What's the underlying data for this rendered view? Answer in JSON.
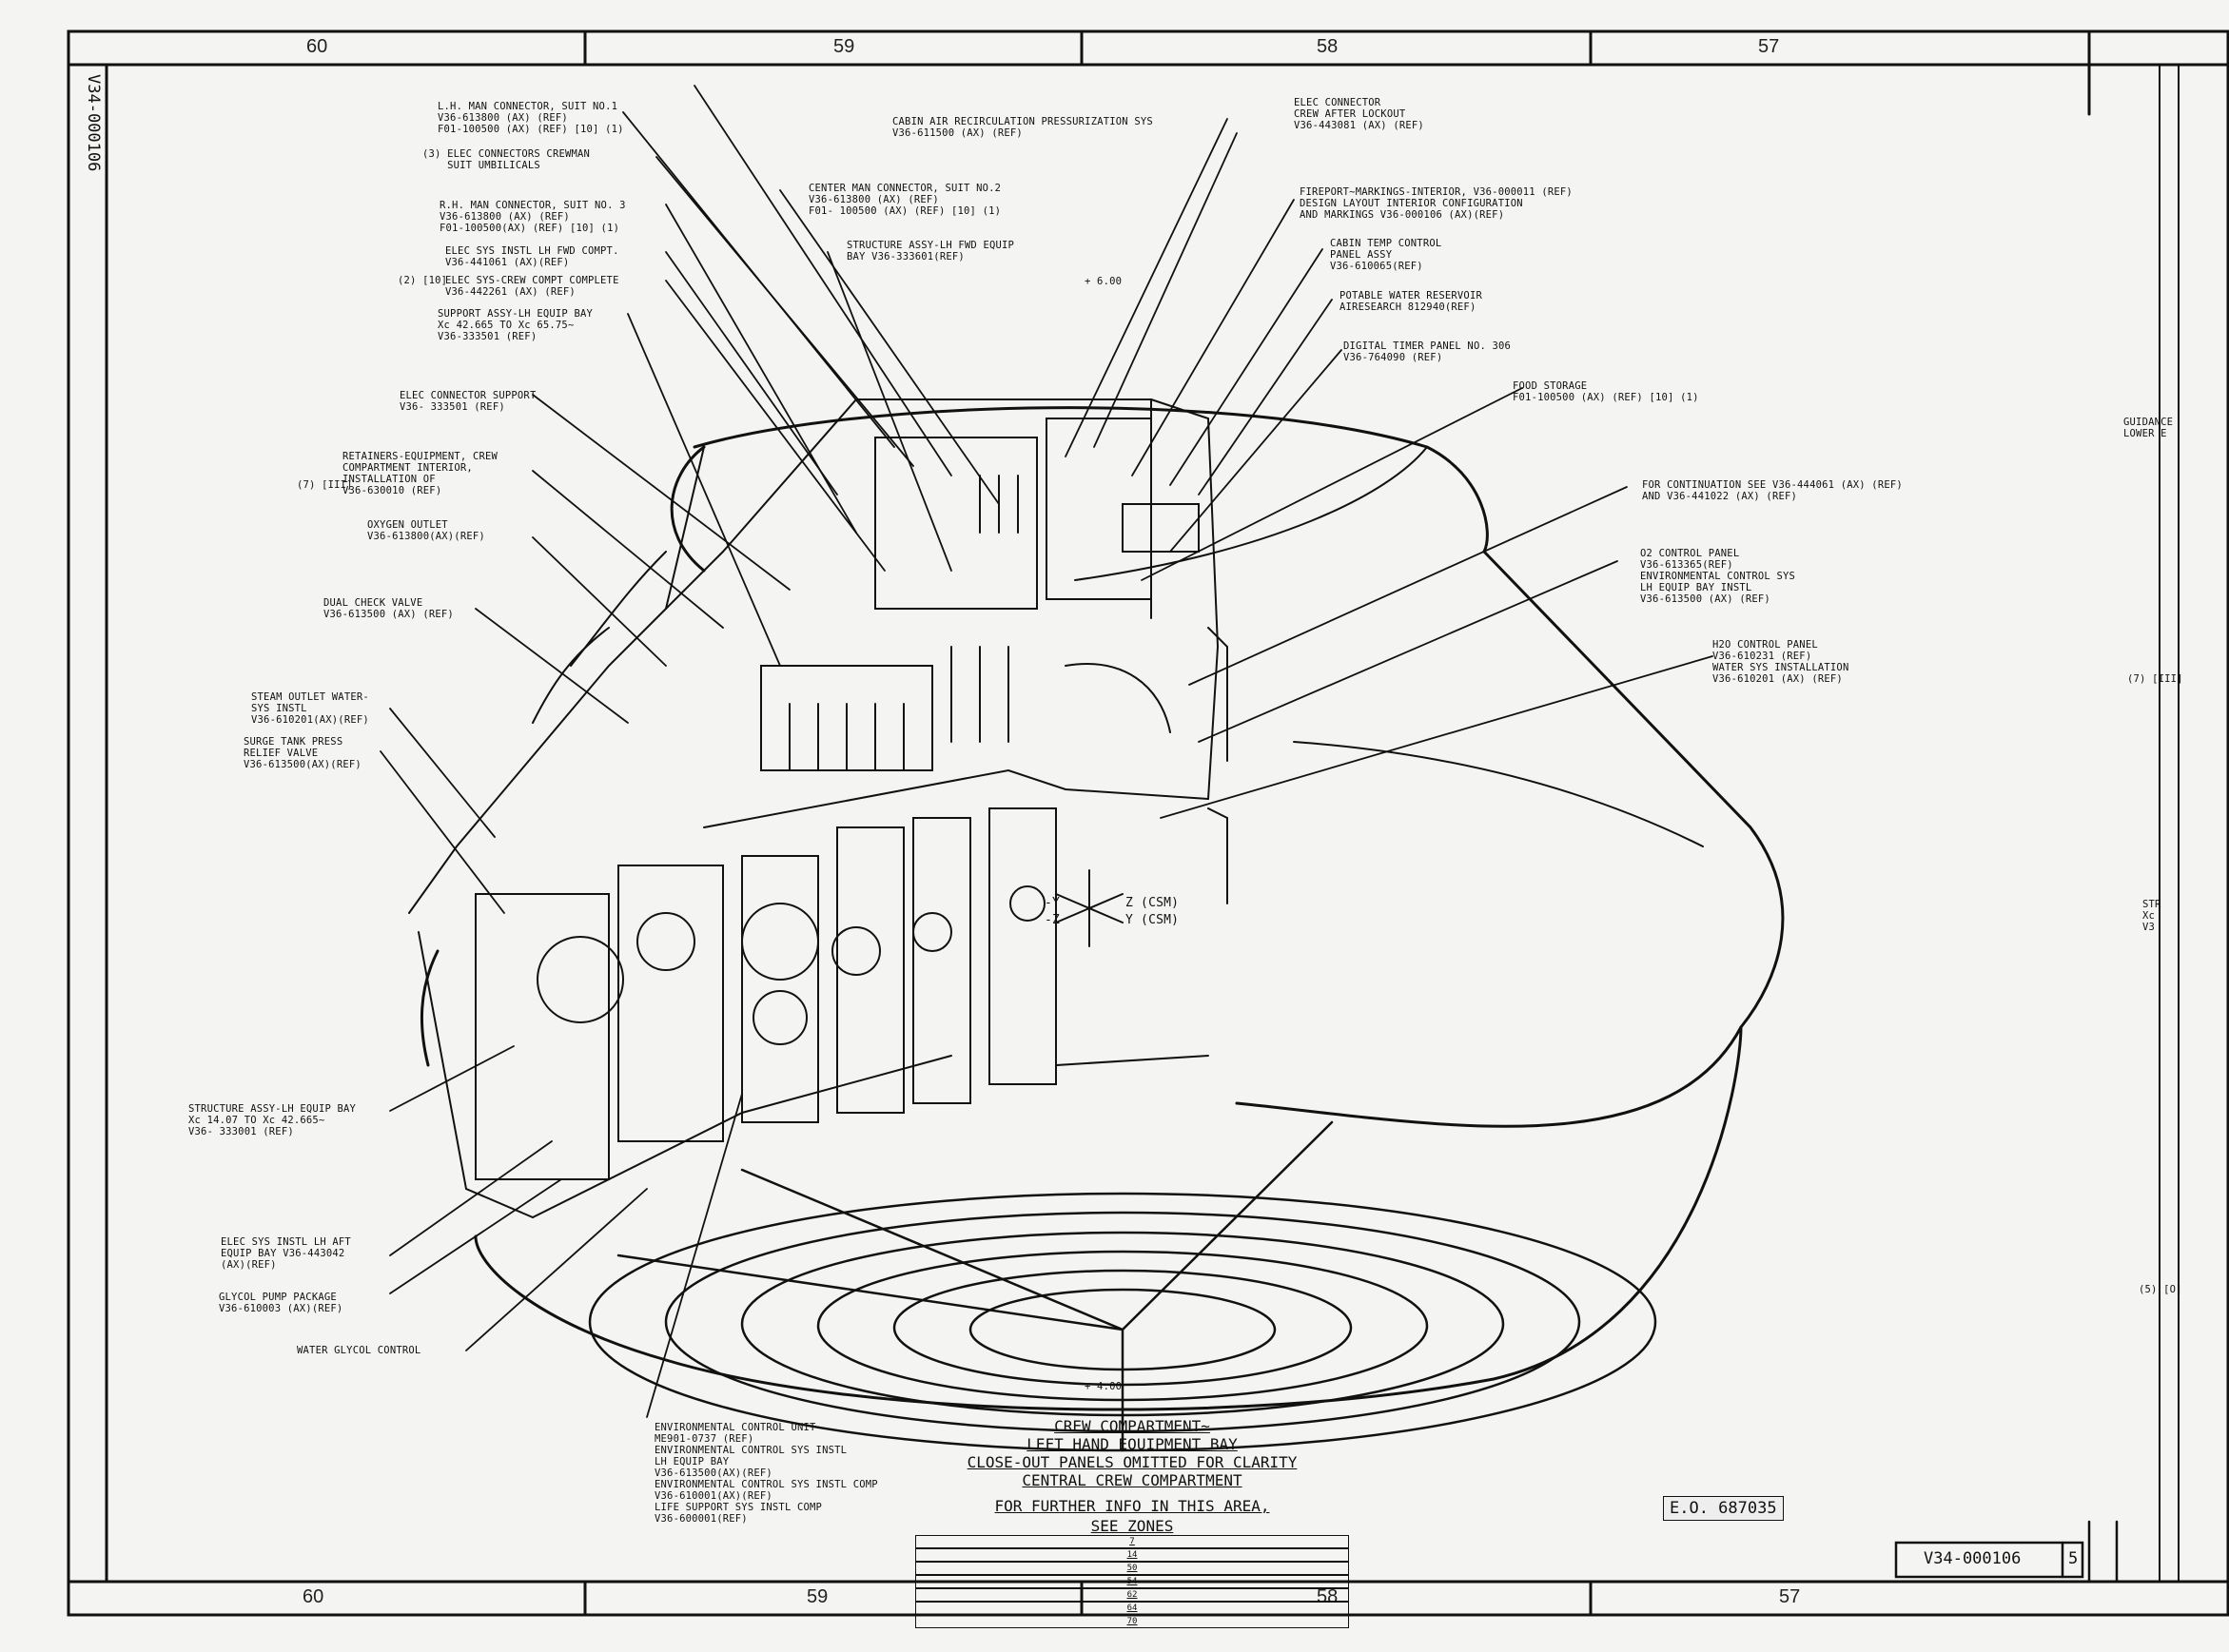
{
  "zones_top": [
    "60",
    "59",
    "58",
    "57"
  ],
  "zones_bottom": [
    "60",
    "59",
    "58",
    "57"
  ],
  "side_code": "V34-000106",
  "drawing_number": "V34-000106",
  "sheet_revision": "5",
  "eo_stamp": "E.O. 687035",
  "title": {
    "line1": "CREW COMPARTMENT~",
    "line2": "LEFT HAND EQUIPMENT BAY",
    "line3": "CLOSE-OUT PANELS OMITTED FOR CLARITY",
    "line4": "CENTRAL CREW COMPARTMENT",
    "line5": "FOR FURTHER INFO IN THIS AREA,",
    "see_zones": "SEE ZONES",
    "zone_refs": [
      "7",
      "14",
      "50",
      "54",
      "62",
      "64",
      "70"
    ]
  },
  "axes": {
    "minus_y": "-Y",
    "minus_z": "-Z",
    "z_csm": "Z (CSM)",
    "y_csm": "Y (CSM)"
  },
  "labels": {
    "lh_man_connector": "L.H. MAN CONNECTOR, SUIT NO.1\nV36-613800 (AX) (REF)\nF01-100500 (AX) (REF) [10] (1)",
    "elec_connectors_crewman": "(3) ELEC CONNECTORS CREWMAN\n    SUIT UMBILICALS",
    "rh_man_connector": "R.H. MAN CONNECTOR, SUIT NO. 3\nV36-613800 (AX) (REF)\nF01-100500(AX) (REF) [10] (1)",
    "elec_sys_lh_fwd": "ELEC SYS INSTL LH FWD COMPT.\nV36-441061 (AX)(REF)",
    "elec_sys_crew": "ELEC SYS-CREW COMPT COMPLETE\nV36-442261 (AX) (REF)",
    "support_assy": "SUPPORT ASSY-LH EQUIP BAY\nXc 42.665 TO Xc 65.75~\nV36-333501 (REF)",
    "elec_connector_support": "ELEC CONNECTOR SUPPORT\nV36- 333501 (REF)",
    "retainers": "RETAINERS-EQUIPMENT, CREW\nCOMPARTMENT INTERIOR,\nINSTALLATION OF\nV36-630010 (REF)",
    "oxygen_outlet": "OXYGEN OUTLET\nV36-613800(AX)(REF)",
    "dual_check_valve": "DUAL CHECK VALVE\nV36-613500 (AX) (REF)",
    "steam_outlet": "STEAM OUTLET WATER-\nSYS INSTL\nV36-610201(AX)(REF)",
    "surge_tank": "SURGE TANK PRESS\nRELIEF VALVE\nV36-613500(AX)(REF)",
    "structure_lh_aft": "STRUCTURE ASSY-LH EQUIP BAY\nXc 14.07 TO Xc 42.665~\nV36- 333001 (REF)",
    "elec_sys_lh_aft": "ELEC SYS INSTL LH AFT\nEQUIP BAY V36-443042\n(AX)(REF)",
    "glycol_pump": "GLYCOL PUMP PACKAGE\nV36-610003 (AX)(REF)",
    "water_glycol": "WATER GLYCOL CONTROL",
    "environmental_control_unit": "ENVIRONMENTAL CONTROL UNIT\nME901-0737 (REF)\nENVIRONMENTAL CONTROL SYS INSTL\nLH EQUIP BAY\nV36-613500(AX)(REF)\nENVIRONMENTAL CONTROL SYS INSTL COMP\nV36-610001(AX)(REF)\nLIFE SUPPORT SYS INSTL COMP\nV36-600001(REF)",
    "cabin_air": "CABIN AIR RECIRCULATION PRESSURIZATION SYS\nV36-611500 (AX) (REF)",
    "center_man_connector": "CENTER MAN CONNECTOR, SUIT NO.2\nV36-613800 (AX) (REF)\nF01- 100500 (AX) (REF) [10] (1)",
    "structure_lh_fwd": "STRUCTURE ASSY-LH FWD EQUIP\nBAY V36-333601(REF)",
    "elec_connector_aft": "ELEC CONNECTOR\nCREW AFTER LOCKOUT\nV36-443081 (AX) (REF)",
    "fireport": "FIREPORT~MARKINGS-INTERIOR, V36-000011 (REF)\nDESIGN LAYOUT INTERIOR CONFIGURATION\nAND MARKINGS V36-000106 (AX)(REF)",
    "cabin_temp": "CABIN TEMP CONTROL\nPANEL ASSY\nV36-610065(REF)",
    "potable_water": "POTABLE WATER RESERVOIR\nAIRESEARCH 812940(REF)",
    "digital_timer": "DIGITAL TIMER PANEL NO. 306\nV36-764090 (REF)",
    "food_storage": "FOOD STORAGE\nF01-100500 (AX) (REF) [10] (1)",
    "for_continuation": "FOR CONTINUATION SEE V36-444061 (AX) (REF)\nAND V36-441022 (AX) (REF)",
    "o2_control": "O2 CONTROL PANEL\nV36-613365(REF)\nENVIRONMENTAL CONTROL SYS\nLH EQUIP BAY INSTL\nV36-613500 (AX) (REF)",
    "h2o_control": "H2O CONTROL PANEL\nV36-610231 (REF)\nWATER SYS INSTALLATION\nV36-610201 (AX) (REF)",
    "guidance": "GUIDANCE\nLOWER E",
    "ref_7_left": "(7) [III]",
    "ref_2_left": "(2) [10]",
    "ref_7_right": "(7) [III]",
    "ref_5_right": "(5) [O]",
    "stru_right": "STR\nXc\nV3",
    "station_1": "+ 6.00",
    "station_2": "+ 4.00"
  }
}
